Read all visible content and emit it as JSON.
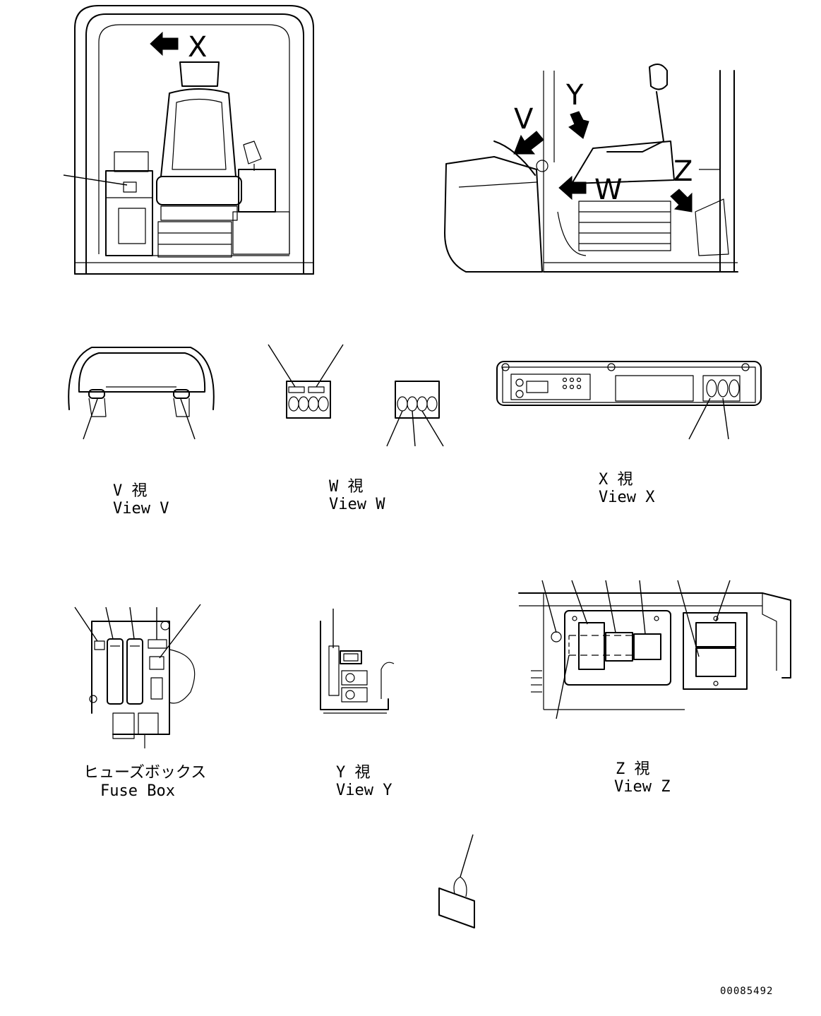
{
  "arrow_letters": {
    "x": "X",
    "y": "Y",
    "v": "V",
    "w": "W",
    "z": "Z"
  },
  "views": {
    "v": {
      "jp": "V 視",
      "en": "View V"
    },
    "w": {
      "jp": "W 視",
      "en": "View W"
    },
    "x": {
      "jp": "X 視",
      "en": "View X"
    },
    "fuse": {
      "jp": "ヒューズボックス",
      "en": "Fuse Box"
    },
    "y": {
      "jp": "Y 視",
      "en": "View Y"
    },
    "z": {
      "jp": "Z 視",
      "en": "View Z"
    }
  },
  "document_number": "00085492"
}
